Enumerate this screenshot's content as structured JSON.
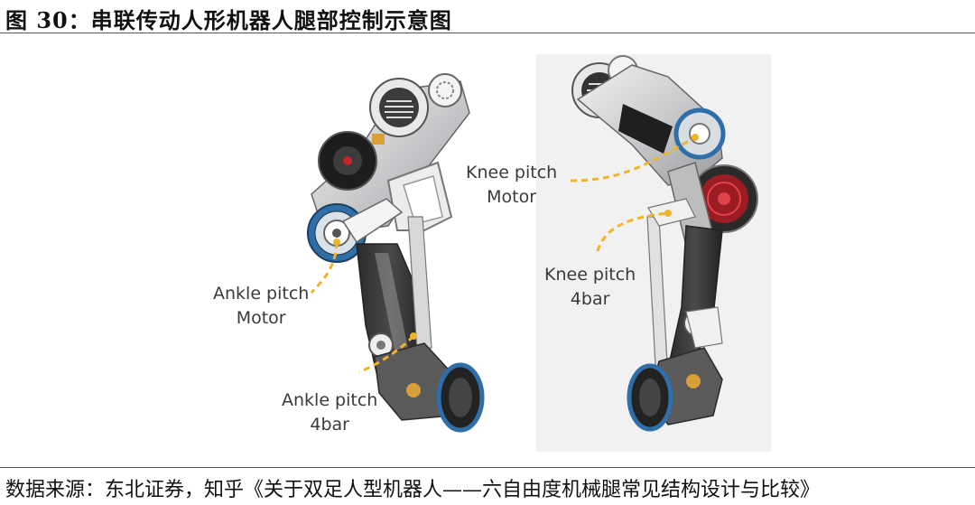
{
  "header": {
    "title": "图 30：串联传动人形机器人腿部控制示意图"
  },
  "figure": {
    "left_leg": {
      "ankle_motor": {
        "line1": "Ankle pitch",
        "line2": "Motor"
      },
      "ankle_4bar": {
        "line1": "Ankle pitch",
        "line2": "4bar"
      }
    },
    "right_leg": {
      "knee_motor": {
        "line1": "Knee pitch",
        "line2": "Motor"
      },
      "knee_4bar": {
        "line1": "Knee pitch",
        "line2": "4bar"
      }
    }
  },
  "footer": {
    "source": "数据来源：东北证券，知乎《关于双足人型机器人——六自由度机械腿常见结构设计与比较》"
  }
}
